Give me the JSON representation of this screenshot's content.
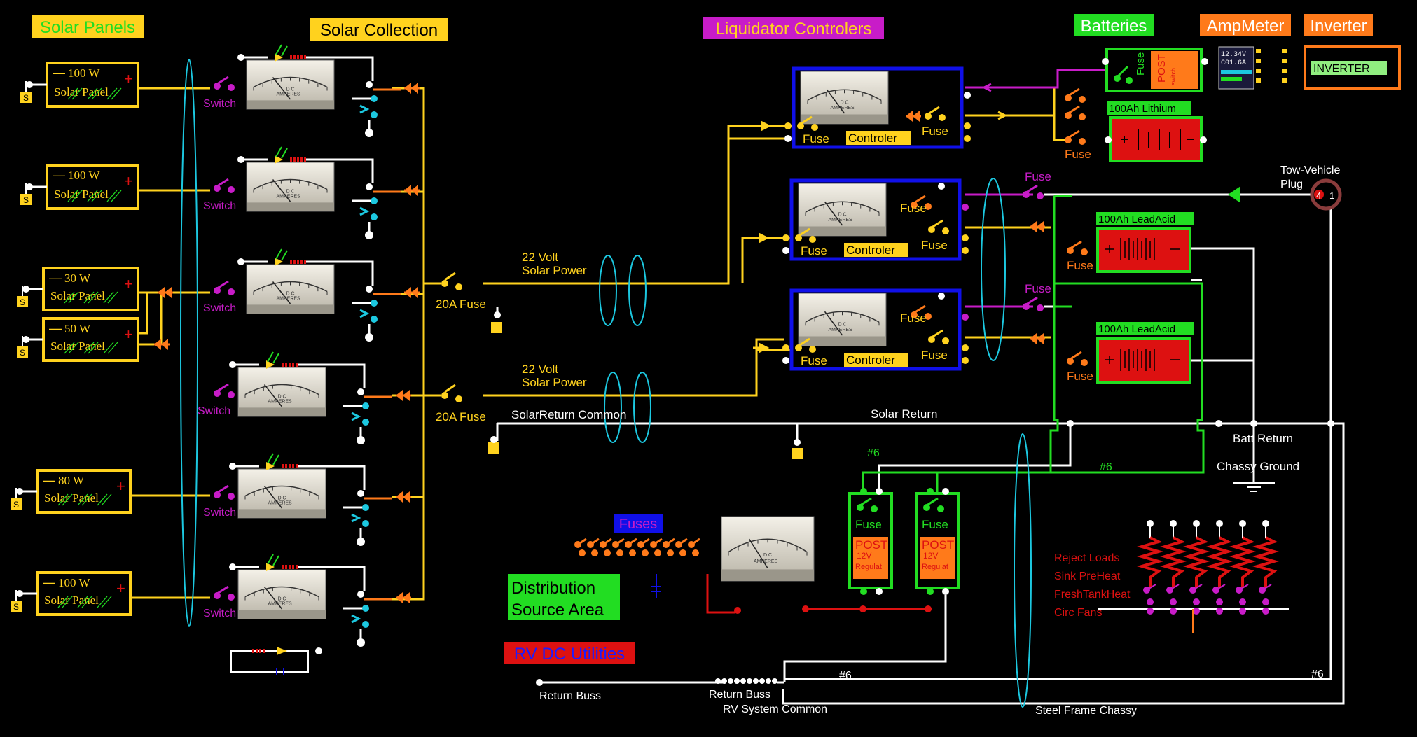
{
  "section_titles": {
    "solar_panels": "Solar Panels",
    "solar_collection": "Solar Collection",
    "liquidator_controllers": "Liquidator Controlers",
    "batteries": "Batteries",
    "ampmeter": "AmpMeter",
    "inverter": "Inverter",
    "fuses": "Fuses",
    "distribution": [
      "Distribution",
      "Source Area"
    ],
    "rv_dc": "RV DC Utilities"
  },
  "panels": [
    {
      "watts": "100 W",
      "name": "Solar Panel"
    },
    {
      "watts": "100 W",
      "name": "Solar Panel"
    },
    {
      "watts": "30 W",
      "name": "Solar Panel"
    },
    {
      "watts": "50 W",
      "name": "Solar Panel"
    },
    {
      "watts": "80 W",
      "name": "Solar Panel"
    },
    {
      "watts": "100 W",
      "name": "Solar Panel"
    }
  ],
  "panel_symbols": {
    "minus": "—",
    "plus": "+",
    "s": "S"
  },
  "switch_label": "Switch",
  "meter_text": [
    "D C",
    "AMPERES"
  ],
  "fuse_20a": "20A Fuse",
  "solar_power": [
    "22 Volt",
    "Solar Power"
  ],
  "controllers": {
    "fuse": "Fuse",
    "controller": "Controler"
  },
  "batteries": {
    "fuse": "Fuse",
    "post": "POST",
    "switch": "switch",
    "lithium": "100Ah Lithium",
    "leadacid": "100Ah LeadAcid"
  },
  "ampmeter_display": [
    "12.34V",
    "C01.6A"
  ],
  "inverter_label": "INVERTER",
  "tow_vehicle": [
    "Tow-Vehicle",
    "Plug"
  ],
  "plug_pins": [
    "4",
    "1"
  ],
  "returns": {
    "solar_return_common": "SolarReturn Common",
    "solar_return": "Solar Return",
    "batt_return": "Batt Return",
    "chassy_ground": "Chassy Ground"
  },
  "wire_gauge": "#6",
  "regulators": {
    "fuse": "Fuse",
    "post": "POST",
    "volts": "12V",
    "reg": "Regulat"
  },
  "loads": [
    "Reject Loads",
    "Sink PreHeat",
    "FreshTankHeat",
    "Circ Fans"
  ],
  "bottom": {
    "return_buss": "Return Buss",
    "rv_system_common": "RV System Common",
    "steel_frame": "Steel Frame Chassy"
  },
  "colors": {
    "yellow": "#ffd21e",
    "white": "#ffffff",
    "orange": "#ff7a1a",
    "magenta": "#c81cc8",
    "cyan": "#1cc8e0",
    "green": "#22dd22",
    "blue": "#1010e8",
    "red": "#dd1111"
  }
}
